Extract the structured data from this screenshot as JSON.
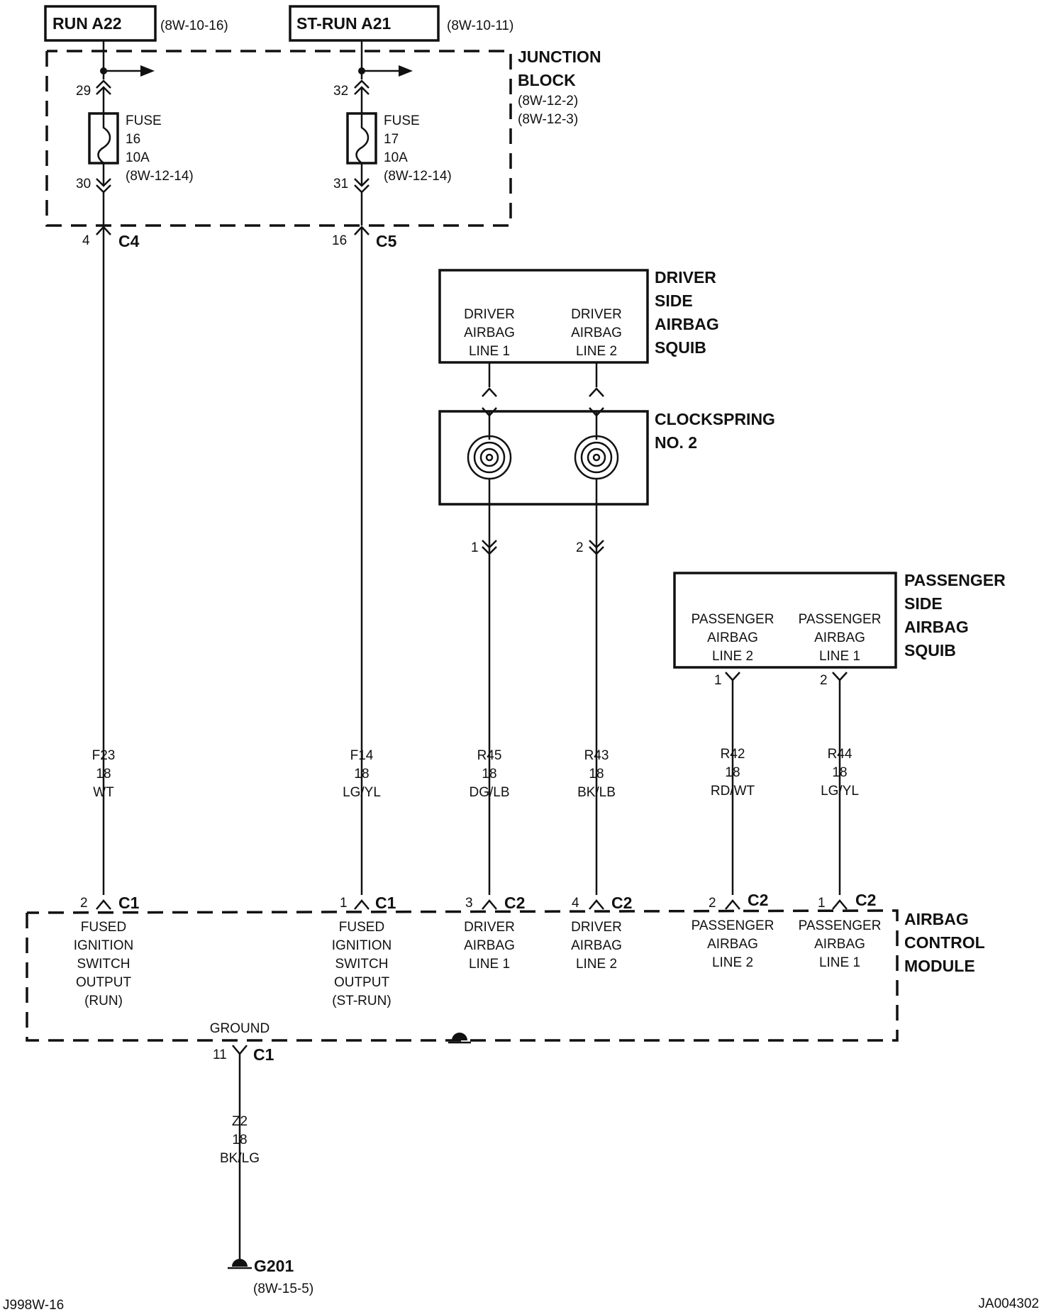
{
  "sources": {
    "run": {
      "label": "RUN A22",
      "ref": "(8W-10-16)"
    },
    "st_run": {
      "label": "ST-RUN A21",
      "ref": "(8W-10-11)"
    }
  },
  "junction_block": {
    "title_line1": "JUNCTION",
    "title_line2": "BLOCK",
    "ref1": "(8W-12-2)",
    "ref2": "(8W-12-3)",
    "fuse16": {
      "pin_in": "29",
      "pin_out": "30",
      "line1": "FUSE",
      "line2": "16",
      "line3": "10A",
      "line4": "(8W-12-14)"
    },
    "fuse17": {
      "pin_in": "32",
      "pin_out": "31",
      "line1": "FUSE",
      "line2": "17",
      "line3": "10A",
      "line4": "(8W-12-14)"
    },
    "c4": {
      "pin": "4",
      "name": "C4"
    },
    "c5": {
      "pin": "16",
      "name": "C5"
    }
  },
  "driver_squib": {
    "title": [
      "DRIVER",
      "SIDE",
      "AIRBAG",
      "SQUIB"
    ],
    "line1": [
      "DRIVER",
      "AIRBAG",
      "LINE 1"
    ],
    "line2": [
      "DRIVER",
      "AIRBAG",
      "LINE 2"
    ]
  },
  "clockspring": {
    "title_line1": "CLOCKSPRING",
    "title_line2": "NO. 2",
    "pin1": "1",
    "pin2": "2"
  },
  "passenger_squib": {
    "title": [
      "PASSENGER",
      "SIDE",
      "AIRBAG",
      "SQUIB"
    ],
    "line2": [
      "PASSENGER",
      "AIRBAG",
      "LINE 2"
    ],
    "line1": [
      "PASSENGER",
      "AIRBAG",
      "LINE 1"
    ],
    "pin_line2": "1",
    "pin_line1": "2"
  },
  "wires": [
    {
      "circuit": "F23",
      "gauge": "18",
      "color": "WT"
    },
    {
      "circuit": "F14",
      "gauge": "18",
      "color": "LG/YL"
    },
    {
      "circuit": "R45",
      "gauge": "18",
      "color": "DG/LB"
    },
    {
      "circuit": "R43",
      "gauge": "18",
      "color": "BK/LB"
    },
    {
      "circuit": "R42",
      "gauge": "18",
      "color": "RD/WT"
    },
    {
      "circuit": "R44",
      "gauge": "18",
      "color": "LG/YL"
    }
  ],
  "module_connectors": [
    {
      "pin": "2",
      "name": "C1"
    },
    {
      "pin": "1",
      "name": "C1"
    },
    {
      "pin": "3",
      "name": "C2"
    },
    {
      "pin": "4",
      "name": "C2"
    },
    {
      "pin": "2",
      "name": "C2"
    },
    {
      "pin": "1",
      "name": "C2"
    }
  ],
  "module": {
    "title": [
      "AIRBAG",
      "CONTROL",
      "MODULE"
    ],
    "out_run": [
      "FUSED",
      "IGNITION",
      "SWITCH",
      "OUTPUT",
      "(RUN)"
    ],
    "out_st_run": [
      "FUSED",
      "IGNITION",
      "SWITCH",
      "OUTPUT",
      "(ST-RUN)"
    ],
    "drv_line1": [
      "DRIVER",
      "AIRBAG",
      "LINE 1"
    ],
    "drv_line2": [
      "DRIVER",
      "AIRBAG",
      "LINE 2"
    ],
    "pas_line2": [
      "PASSENGER",
      "AIRBAG",
      "LINE 2"
    ],
    "pas_line1": [
      "PASSENGER",
      "AIRBAG",
      "LINE 1"
    ],
    "ground_label": "GROUND",
    "ground_pin": "11",
    "ground_conn": "C1"
  },
  "ground_wire": {
    "circuit": "Z2",
    "gauge": "18",
    "color": "BK/LG"
  },
  "ground_point": {
    "name": "G201",
    "ref": "(8W-15-5)"
  },
  "footer": {
    "left": "J998W-16",
    "right": "JA004302"
  }
}
